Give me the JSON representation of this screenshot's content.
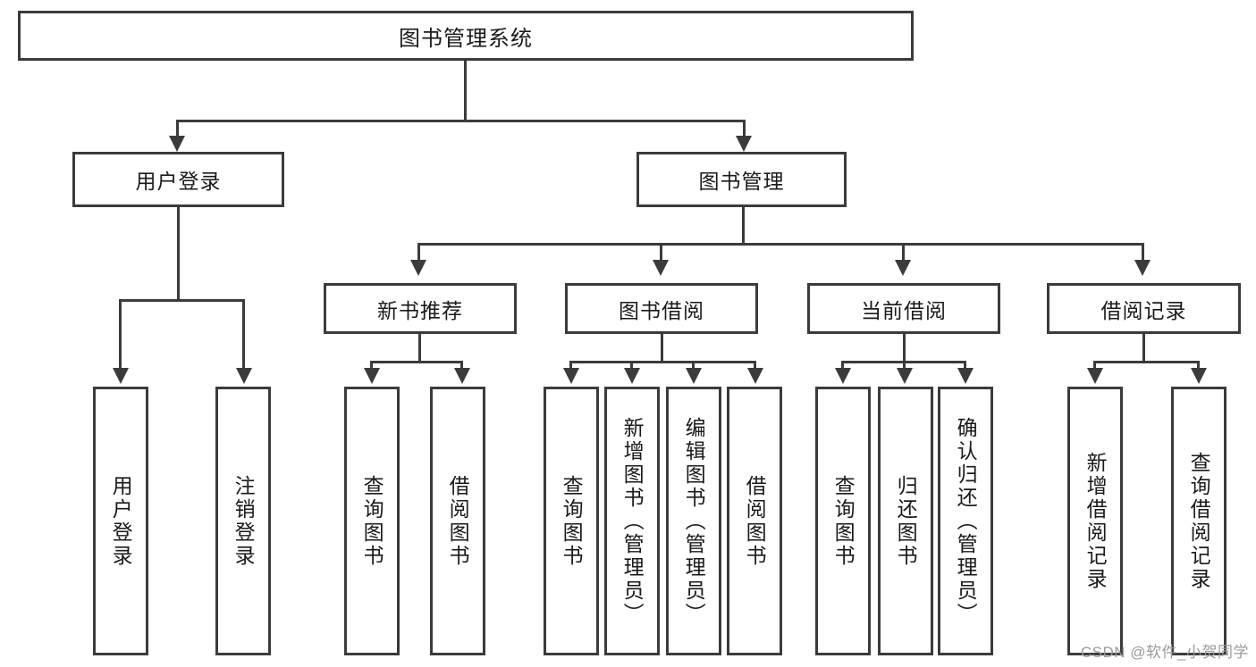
{
  "diagram": {
    "type": "tree-hierarchy",
    "title": "图书管理系统",
    "root": {
      "label": "图书管理系统"
    },
    "level1": [
      {
        "label": "用户登录"
      },
      {
        "label": "图书管理"
      }
    ],
    "level2": [
      {
        "label": "新书推荐"
      },
      {
        "label": "图书借阅"
      },
      {
        "label": "当前借阅"
      },
      {
        "label": "借阅记录"
      }
    ],
    "leaves": {
      "user_login": [
        {
          "label": "用户登录"
        },
        {
          "label": "注销登录"
        }
      ],
      "new_book_recommend": [
        {
          "label": "查询图书"
        },
        {
          "label": "借阅图书"
        }
      ],
      "book_borrow": [
        {
          "label": "查询图书"
        },
        {
          "label": "新增图书（管理员）"
        },
        {
          "label": "编辑图书（管理员）"
        },
        {
          "label": "借阅图书"
        }
      ],
      "current_borrow": [
        {
          "label": "查询图书"
        },
        {
          "label": "归还图书"
        },
        {
          "label": "确认归还（管理员）"
        }
      ],
      "borrow_record": [
        {
          "label": "新增借阅记录"
        },
        {
          "label": "查询借阅记录"
        }
      ]
    }
  },
  "watermark": {
    "text": "CSDN @软件_小贺同学"
  },
  "colors": {
    "stroke": "#3b3b3b",
    "background": "#ffffff",
    "text": "#1a1a1a",
    "watermark": "#9a9a9a"
  }
}
